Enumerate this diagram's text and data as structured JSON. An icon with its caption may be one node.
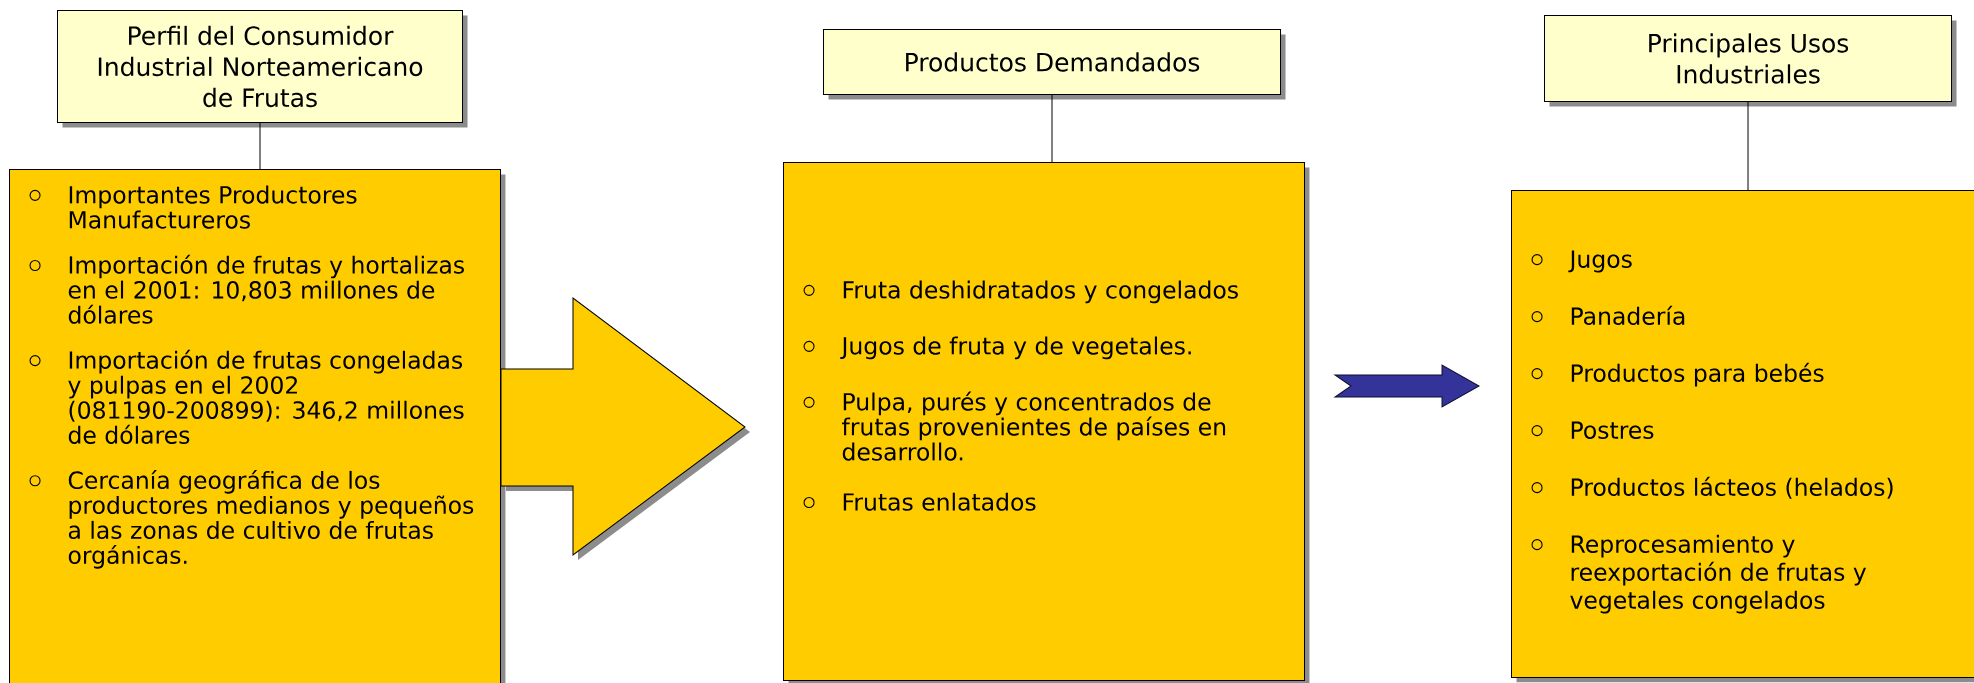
{
  "diagram": {
    "nodes": [
      {
        "text": [
          "Perfil del Consumidor Industrial Norteamericano de Frutas"
        ]
      },
      {
        "text": [
          "Importantes Productores Manufactureros",
          "Importación de frutas y hortalizas en el 2001: 10,803 millones de dólares",
          "Importación de frutas congeladas y pulpas en el 2002 (081190-200899): 346,2 millones de dólares",
          "Cercanía geográfica de los productores medianos y pequeños a las zonas de cultivo de frutas orgánicas."
        ]
      },
      {
        "text": [
          "Productos Demandados"
        ]
      },
      {
        "text": [
          "Fruta deshidratados y congelados",
          "Jugos de fruta y de vegetales.",
          "Pulpa, purés y concentrados de frutas provenientes de países en desarrollo.",
          "Frutas enlatados"
        ]
      },
      {
        "text": [
          "Principales Usos Industriales"
        ]
      },
      {
        "text": [
          "Jugos",
          "Panadería",
          "Productos para bebés",
          "Postres",
          "Productos lácteos (helados)",
          "Reprocesamiento y reexportación de frutas y vegetales congelados"
        ]
      }
    ],
    "edges": [
      {
        "from": 0,
        "to": 1,
        "arrow": "none"
      },
      {
        "from": 2,
        "to": 3,
        "arrow": "none"
      },
      {
        "from": 4,
        "to": 5,
        "arrow": "none"
      },
      {
        "from": 1,
        "to": 3,
        "arrow": "to",
        "color": "#ffcc00"
      },
      {
        "from": 3,
        "to": 5,
        "arrow": "to",
        "color": "#333399"
      }
    ]
  }
}
